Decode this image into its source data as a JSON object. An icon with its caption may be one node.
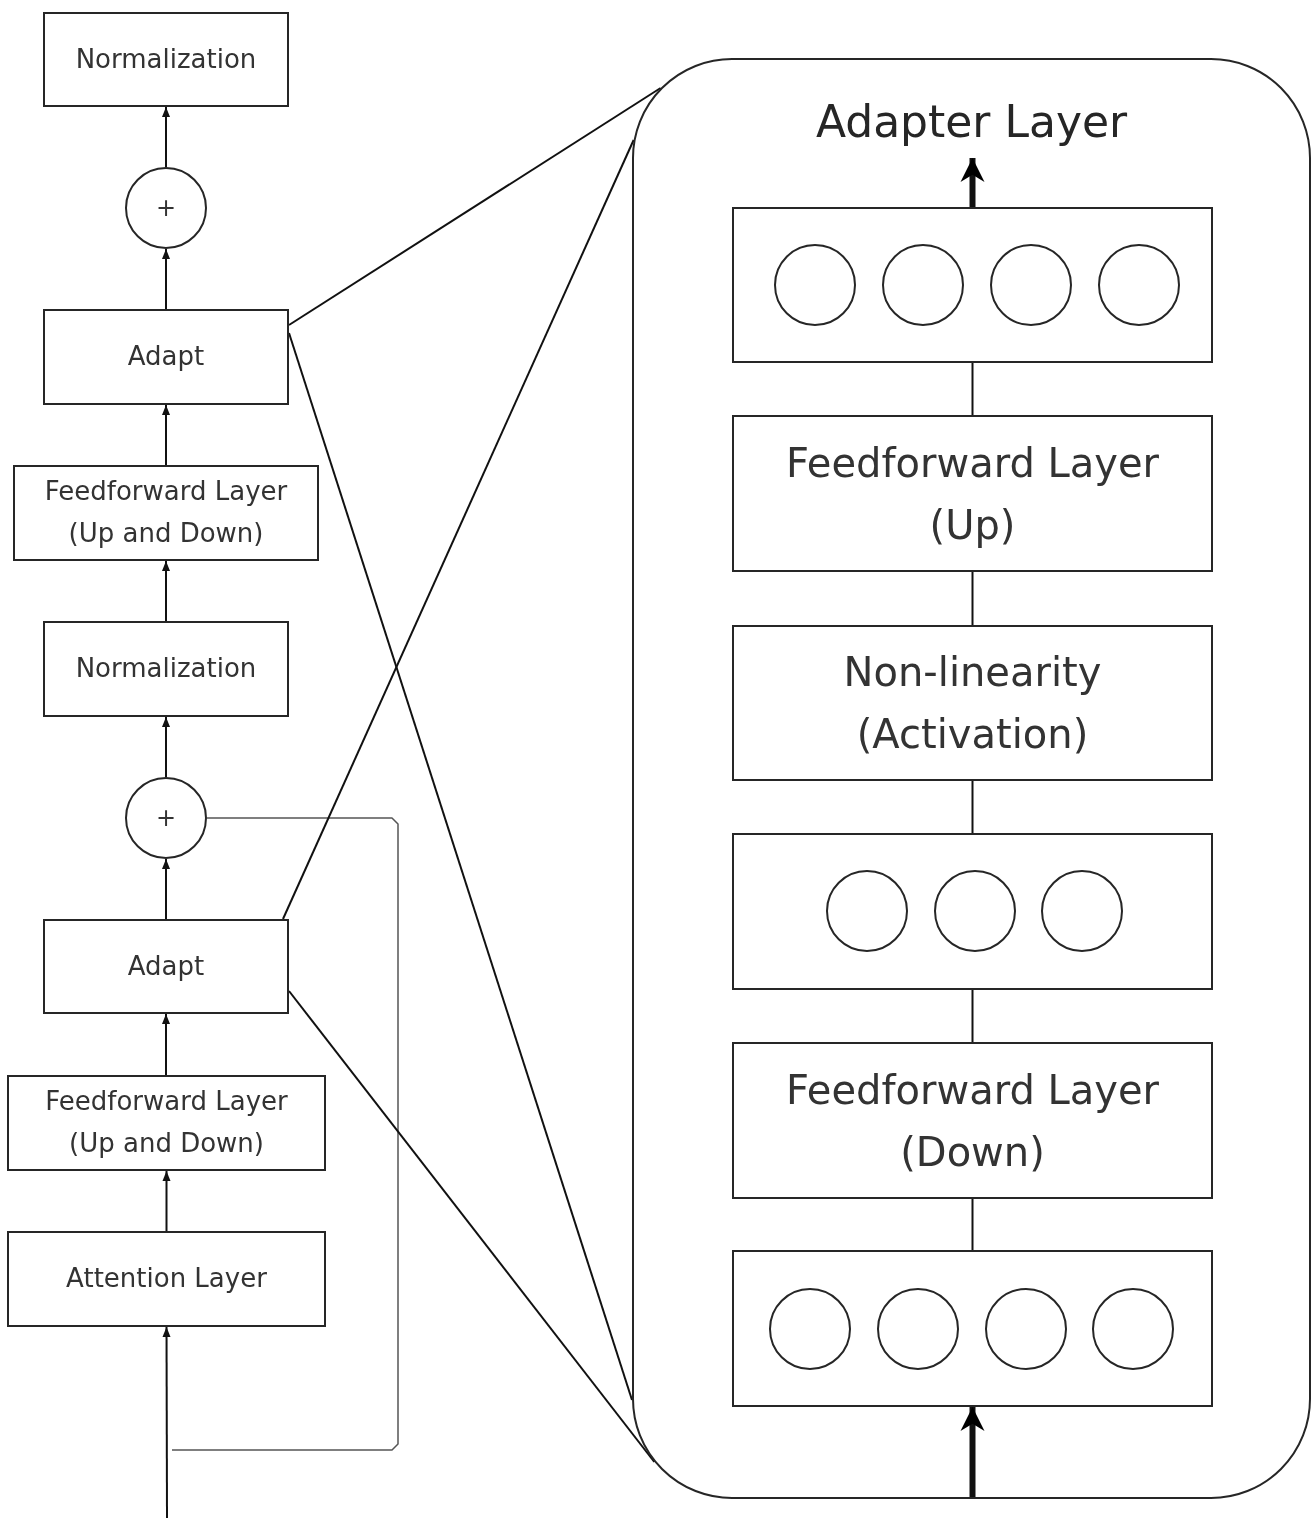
{
  "diagram": {
    "nodes": [
      {
        "text": [
          "Normalization"
        ]
      },
      {
        "text": [
          "+"
        ]
      },
      {
        "text": [
          "Adapt"
        ]
      },
      {
        "text": [
          "Feedforward Layer (Up and Down)"
        ]
      },
      {
        "text": [
          "Normalization"
        ]
      },
      {
        "text": [
          "+"
        ]
      },
      {
        "text": [
          "Adapt"
        ]
      },
      {
        "text": [
          "Feedforward Layer (Up and Down)"
        ]
      },
      {
        "text": [
          "Attention Layer"
        ]
      },
      {
        "text": [
          "Adapter Layer"
        ]
      },
      {
        "text": [],
        "shape": "box",
        "in": 9
      },
      {
        "text": [],
        "shape": "circle",
        "in": 10
      },
      {
        "text": [],
        "shape": "circle",
        "in": 10
      },
      {
        "text": [],
        "shape": "circle",
        "in": 10
      },
      {
        "text": [],
        "shape": "circle",
        "in": 10
      },
      {
        "text": [
          "Feedforward Layer (Up)"
        ],
        "in": 9
      },
      {
        "text": [
          "Non-linearity (Activation)"
        ],
        "in": 9
      },
      {
        "text": [],
        "shape": "box",
        "in": 9
      },
      {
        "text": [],
        "shape": "circle",
        "in": 17
      },
      {
        "text": [],
        "shape": "circle",
        "in": 17
      },
      {
        "text": [],
        "shape": "circle",
        "in": 17
      },
      {
        "text": [
          "Feedforward Layer (Down)"
        ],
        "in": 9
      },
      {
        "text": [],
        "shape": "box",
        "in": 9
      },
      {
        "text": [],
        "shape": "circle",
        "in": 22
      },
      {
        "text": [],
        "shape": "circle",
        "in": 22
      },
      {
        "text": [],
        "shape": "circle",
        "in": 22
      },
      {
        "text": [],
        "shape": "circle",
        "in": 22
      }
    ],
    "edges": [
      {
        "from": null,
        "to": 8,
        "arrow": "to"
      },
      {
        "from": 8,
        "to": 7,
        "arrow": "to"
      },
      {
        "from": 7,
        "to": 6,
        "arrow": "to"
      },
      {
        "from": 6,
        "to": 5,
        "arrow": "to"
      },
      {
        "from": 5,
        "to": 4,
        "arrow": "to"
      },
      {
        "from": 4,
        "to": 3,
        "arrow": "to"
      },
      {
        "from": 3,
        "to": 2,
        "arrow": "to"
      },
      {
        "from": 2,
        "to": 1,
        "arrow": "to"
      },
      {
        "from": 1,
        "to": 0,
        "arrow": "to"
      },
      {
        "from": null,
        "to": 5,
        "arrow": "none",
        "color": "#555555"
      },
      {
        "from": 2,
        "to": 9,
        "arrow": "none"
      },
      {
        "from": 2,
        "to": 9,
        "arrow": "none"
      },
      {
        "from": 6,
        "to": 9,
        "arrow": "none"
      },
      {
        "from": 6,
        "to": 9,
        "arrow": "none"
      },
      {
        "from": null,
        "to": 22,
        "arrow": "to",
        "style": "thick"
      },
      {
        "from": 22,
        "to": 21,
        "arrow": "none"
      },
      {
        "from": 21,
        "to": 17,
        "arrow": "none"
      },
      {
        "from": 17,
        "to": 16,
        "arrow": "none"
      },
      {
        "from": 16,
        "to": 15,
        "arrow": "none"
      },
      {
        "from": 15,
        "to": 10,
        "arrow": "none"
      },
      {
        "from": 10,
        "to": null,
        "arrow": "to",
        "style": "thick"
      }
    ]
  }
}
